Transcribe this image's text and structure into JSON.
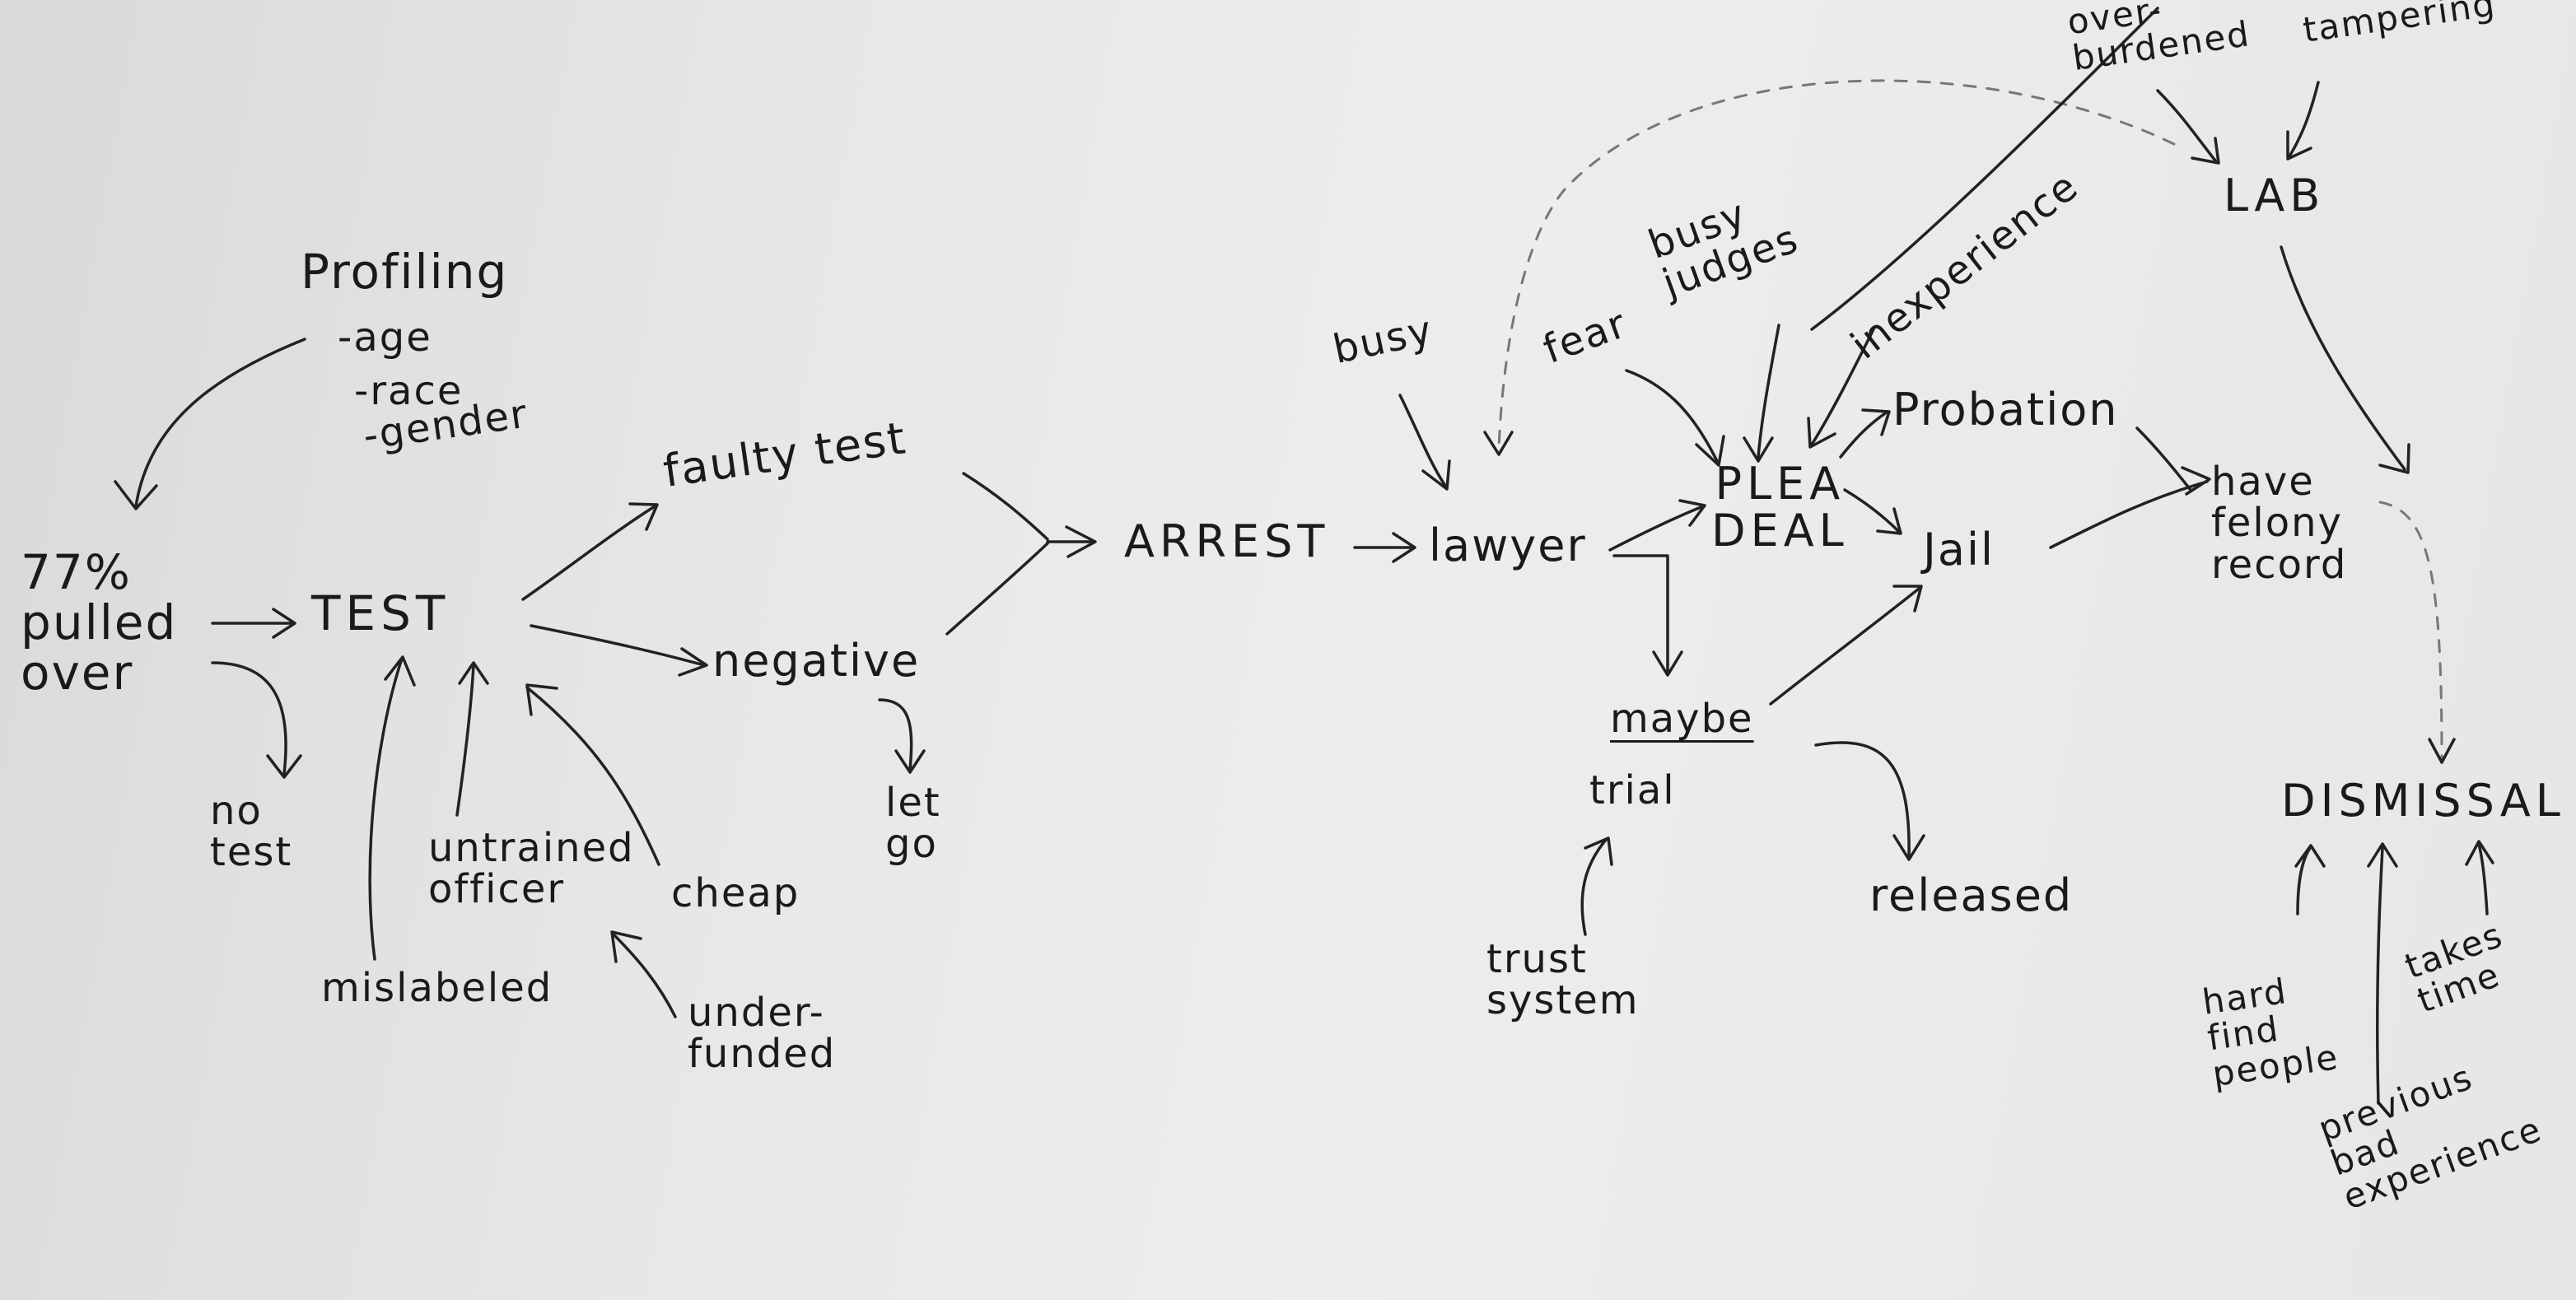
{
  "diagram": {
    "profiling": {
      "title": "Profiling",
      "items": [
        "-age",
        "-race",
        "-gender"
      ]
    },
    "pulled_over": "77%\npulled\nover",
    "no_test": "no\ntest",
    "test": "TEST",
    "mislabeled": "mislabeled",
    "untrained_officer": "untrained\nofficer",
    "cheap": "cheap",
    "underfunded": "under-\nfunded",
    "faulty_test": "faulty test",
    "negative": "negative",
    "let_go": "let\ngo",
    "arrest": "ARREST",
    "busy": "busy",
    "lawyer": "lawyer",
    "fear": "fear",
    "busy_judges": "busy\njudges",
    "inexperience": "inexperience",
    "plea_deal": "PLEA\nDEAL",
    "probation": "Probation",
    "jail": "Jail",
    "maybe": "maybe",
    "trial": "trial",
    "trust_system": "trust\nsystem",
    "released": "released",
    "have_felony_record": "have\nfelony\nrecord",
    "overburdened": "over-\nburdened",
    "tampering": "tampering",
    "lab": "LAB",
    "dismissal": "DISMISSAL",
    "hard_find_people": "hard\nfind\npeople",
    "previous_bad_experience": "previous\nbad\nexperience",
    "takes_time": "takes\ntime"
  }
}
